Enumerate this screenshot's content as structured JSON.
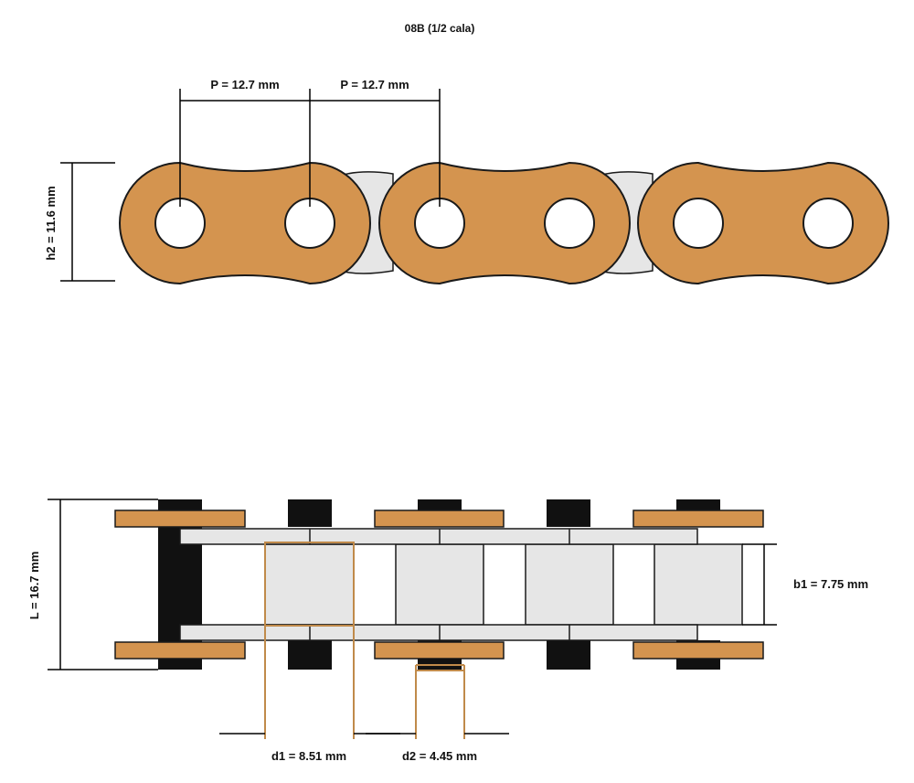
{
  "title": "08B (1/2 cala)",
  "labels": {
    "pitch_1": "P = 12.7 mm",
    "pitch_2": "P = 12.7 mm",
    "h2": "h2 = 11.6 mm",
    "L": "L = 16.7 mm",
    "b1": "b1 = 7.75 mm",
    "d1": "d1 = 8.51 mm",
    "d2": "d2 = 4.45 mm"
  },
  "colors": {
    "plate": "#d4944f",
    "plate_outline": "#1a1a1a",
    "inner_plate": "#e6e6e6",
    "pin": "#111111",
    "dimension_line": "#000000",
    "d_lines": "#c08a4a"
  }
}
